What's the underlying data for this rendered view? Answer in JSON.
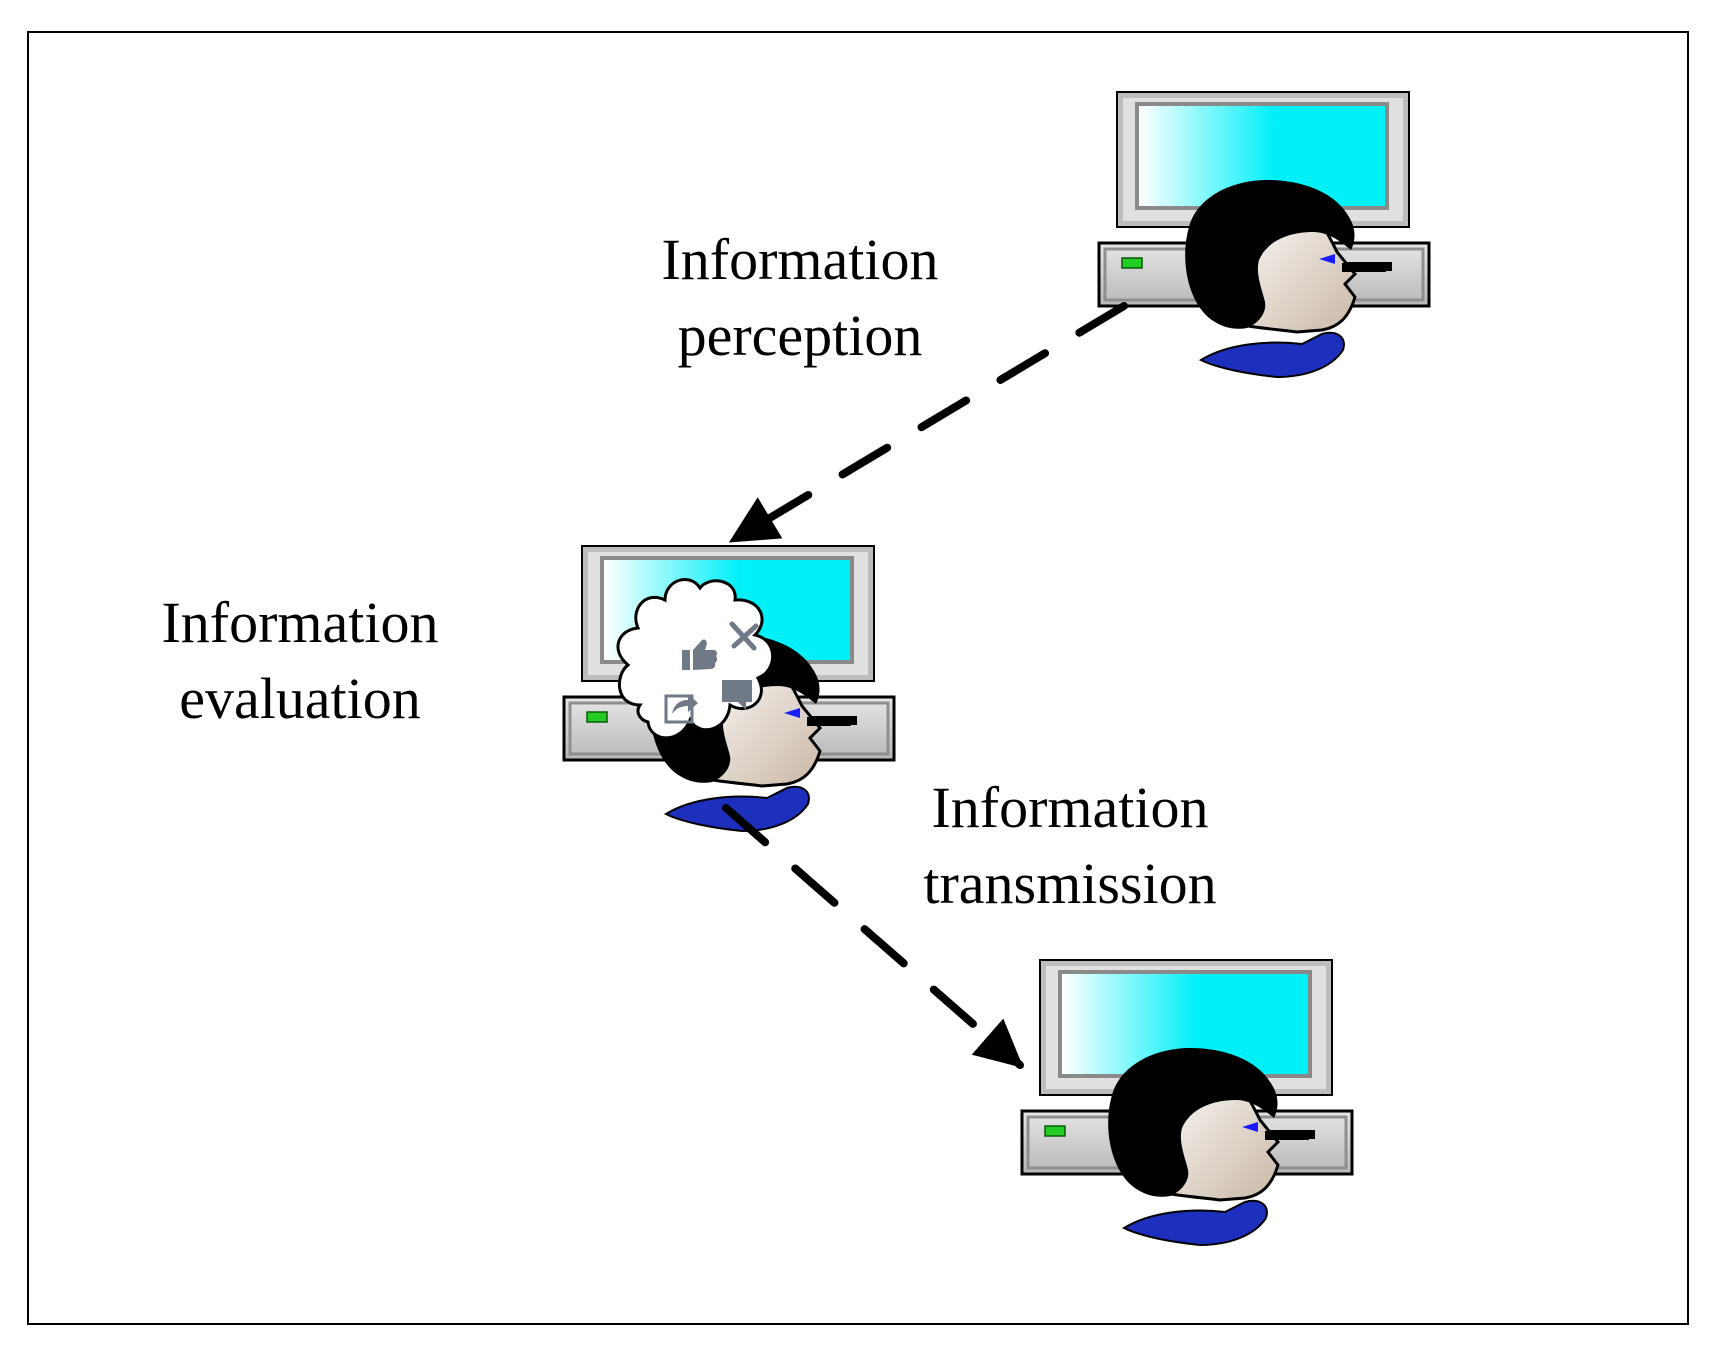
{
  "labels": {
    "perception": [
      "Information",
      "perception"
    ],
    "evaluation": [
      "Information",
      "evaluation"
    ],
    "transmission": [
      "Information",
      "transmission"
    ]
  },
  "icons": {
    "thought_bubble": [
      "thumbs-up-icon",
      "close-icon",
      "share-icon",
      "comment-icon"
    ]
  },
  "colors": {
    "screen": "#00f0f8",
    "hair": "#000000",
    "shirt": "#1c2fbd",
    "eye": "#1a1aff",
    "led": "#22cc22",
    "casing": "#c8c8c8",
    "icon_gray": "#707a86"
  }
}
